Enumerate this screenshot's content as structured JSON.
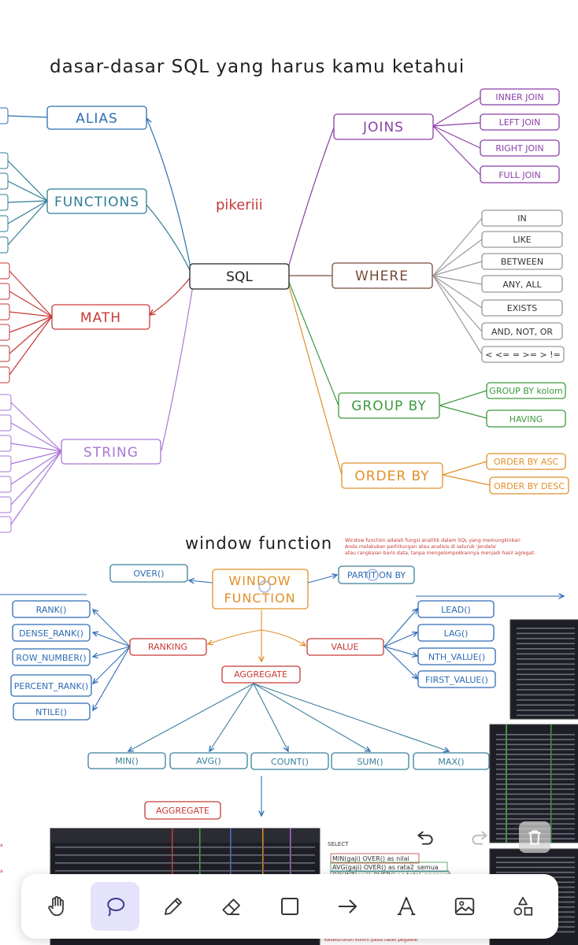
{
  "title": "dasar-dasar SQL yang harus kamu ketahui",
  "watermark": "pikeriii",
  "center": "SQL",
  "branches": {
    "alias": "ALIAS",
    "functions": "FUNCTIONS",
    "math": "MATH",
    "string": "STRING",
    "joins": "JOINS",
    "where": "WHERE",
    "group_by": "GROUP BY",
    "order_by": "ORDER BY"
  },
  "joins_items": [
    "INNER JOIN",
    "LEFT JOIN",
    "RIGHT JOIN",
    "FULL JOIN"
  ],
  "where_items": [
    "IN",
    "LIKE",
    "BETWEEN",
    "ANY, ALL",
    "EXISTS",
    "AND, NOT, OR",
    "< <= = >= > !="
  ],
  "group_by_items": [
    "GROUP BY kolom",
    "HAVING"
  ],
  "order_by_items": [
    "ORDER BY ASC",
    "ORDER BY DESC"
  ],
  "window": {
    "title": "window function",
    "note_line1": "Window function adalah fungsi analitik dalam SQL yang memungkinkan",
    "note_line2": "Anda melakukan perhitungan atau analisis di seluruk 'jendela'",
    "note_line3": "atau rangkaian baris data, tanpa mengelompokkannya menjadi hasil agregat.",
    "center_line1": "WINDOW",
    "center_line2": "FUNCTION",
    "over": "OVER()",
    "partition": "PARTITION BY",
    "ranking": "RANKING",
    "value": "VALUE",
    "aggregate": "AGGREGATE",
    "ranking_items": [
      "RANK()",
      "DENSE_RANK()",
      "ROW_NUMBER()",
      "PERCENT_RANK()",
      "NTILE()"
    ],
    "value_items": [
      "LEAD()",
      "LAG()",
      "NTH_VALUE()",
      "FIRST_VALUE()"
    ],
    "aggregate_items": [
      "MIN()",
      "AVG()",
      "COUNT()",
      "SUM()",
      "MAX()"
    ],
    "aggregate_label": "AGGREGATE",
    "select_label": "SELECT",
    "code_lines": [
      "MIN(gaji) OVER() as nilai_",
      "AVG(gaji) OVER() as rata2_semua",
      "COUNT(gaji) OVER() as total_pegawai"
    ],
    "footnote": "Keseluruhan kolom pada tabel pegawai"
  },
  "colors": {
    "title": "#1f1f1f",
    "alias": "#2d6fb0",
    "functions": "#2e7c95",
    "math": "#c63a37",
    "string": "#a878d6",
    "joins": "#8a3fa8",
    "where": "#7a4a3a",
    "group_by": "#3c9a3c",
    "order_by": "#e0902a",
    "window": "#e0902a",
    "blue": "#2e6bb5",
    "teal": "#3a7f9a",
    "red": "#c63a37"
  },
  "toolbar": {
    "tools": [
      {
        "name": "hand-tool",
        "icon": "hand-icon",
        "active": false
      },
      {
        "name": "lasso-tool",
        "icon": "lasso-icon",
        "active": true
      },
      {
        "name": "pencil-tool",
        "icon": "pencil-icon",
        "active": false
      },
      {
        "name": "eraser-tool",
        "icon": "eraser-icon",
        "active": false
      },
      {
        "name": "rectangle-tool",
        "icon": "rectangle-icon",
        "active": false
      },
      {
        "name": "arrow-tool",
        "icon": "arrow-icon",
        "active": false
      },
      {
        "name": "text-tool",
        "icon": "text-icon",
        "active": false
      },
      {
        "name": "image-tool",
        "icon": "image-icon",
        "active": false
      },
      {
        "name": "shapes-tool",
        "icon": "shapes-icon",
        "active": false
      }
    ]
  }
}
